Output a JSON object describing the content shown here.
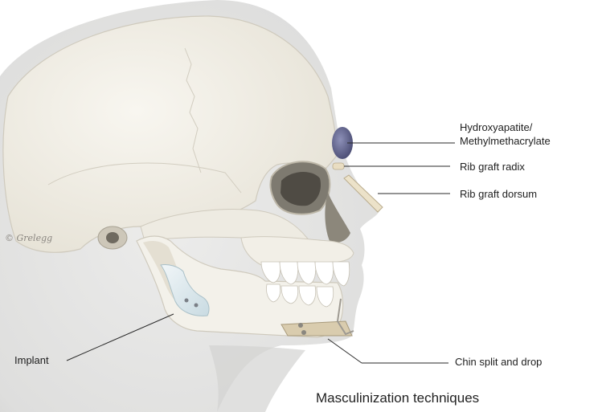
{
  "labels": {
    "hydroxyapatite_line1": "Hydroxyapatite/",
    "hydroxyapatite_line2": "Methylmethacrylate",
    "rib_graft_radix": "Rib graft radix",
    "rib_graft_dorsum": "Rib graft dorsum",
    "implant": "Implant",
    "chin_split": "Chin split and drop"
  },
  "caption": "Masculinization techniques",
  "signature": "© Grelegg",
  "colors": {
    "skin": "#e3e3e2",
    "skull": "#f3f1ea",
    "skull_shade": "#dcd8cc",
    "hydroxyapatite": "#5a5c86",
    "bone_graft": "#e9ddc2",
    "implant": "#dfe9ee",
    "leader_line": "#2a2a2a"
  }
}
